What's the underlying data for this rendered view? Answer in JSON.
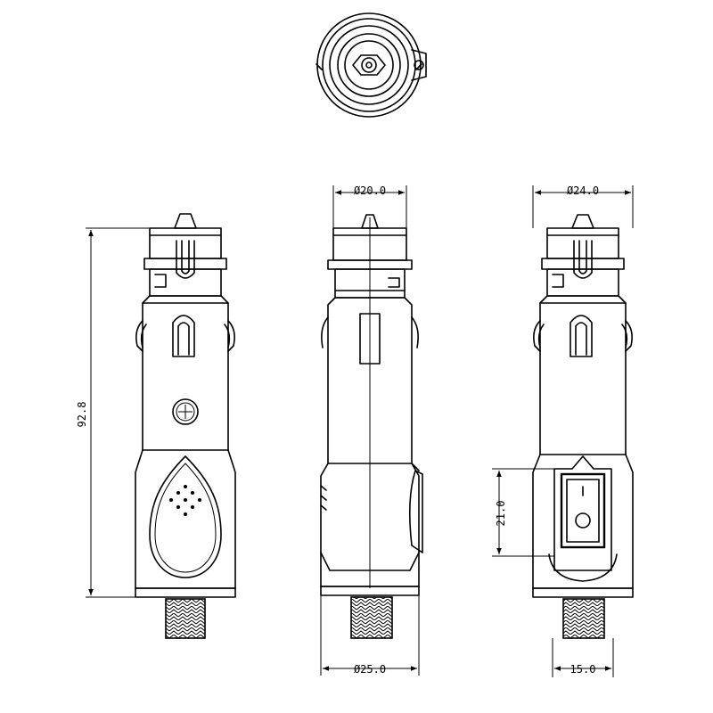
{
  "dimensions": {
    "overall_length": "92.8",
    "tip_diameter": "Ø20.0",
    "body_diameter": "Ø24.0",
    "base_diameter": "Ø25.0",
    "switch_height": "21.0",
    "cable_width": "15.0"
  }
}
